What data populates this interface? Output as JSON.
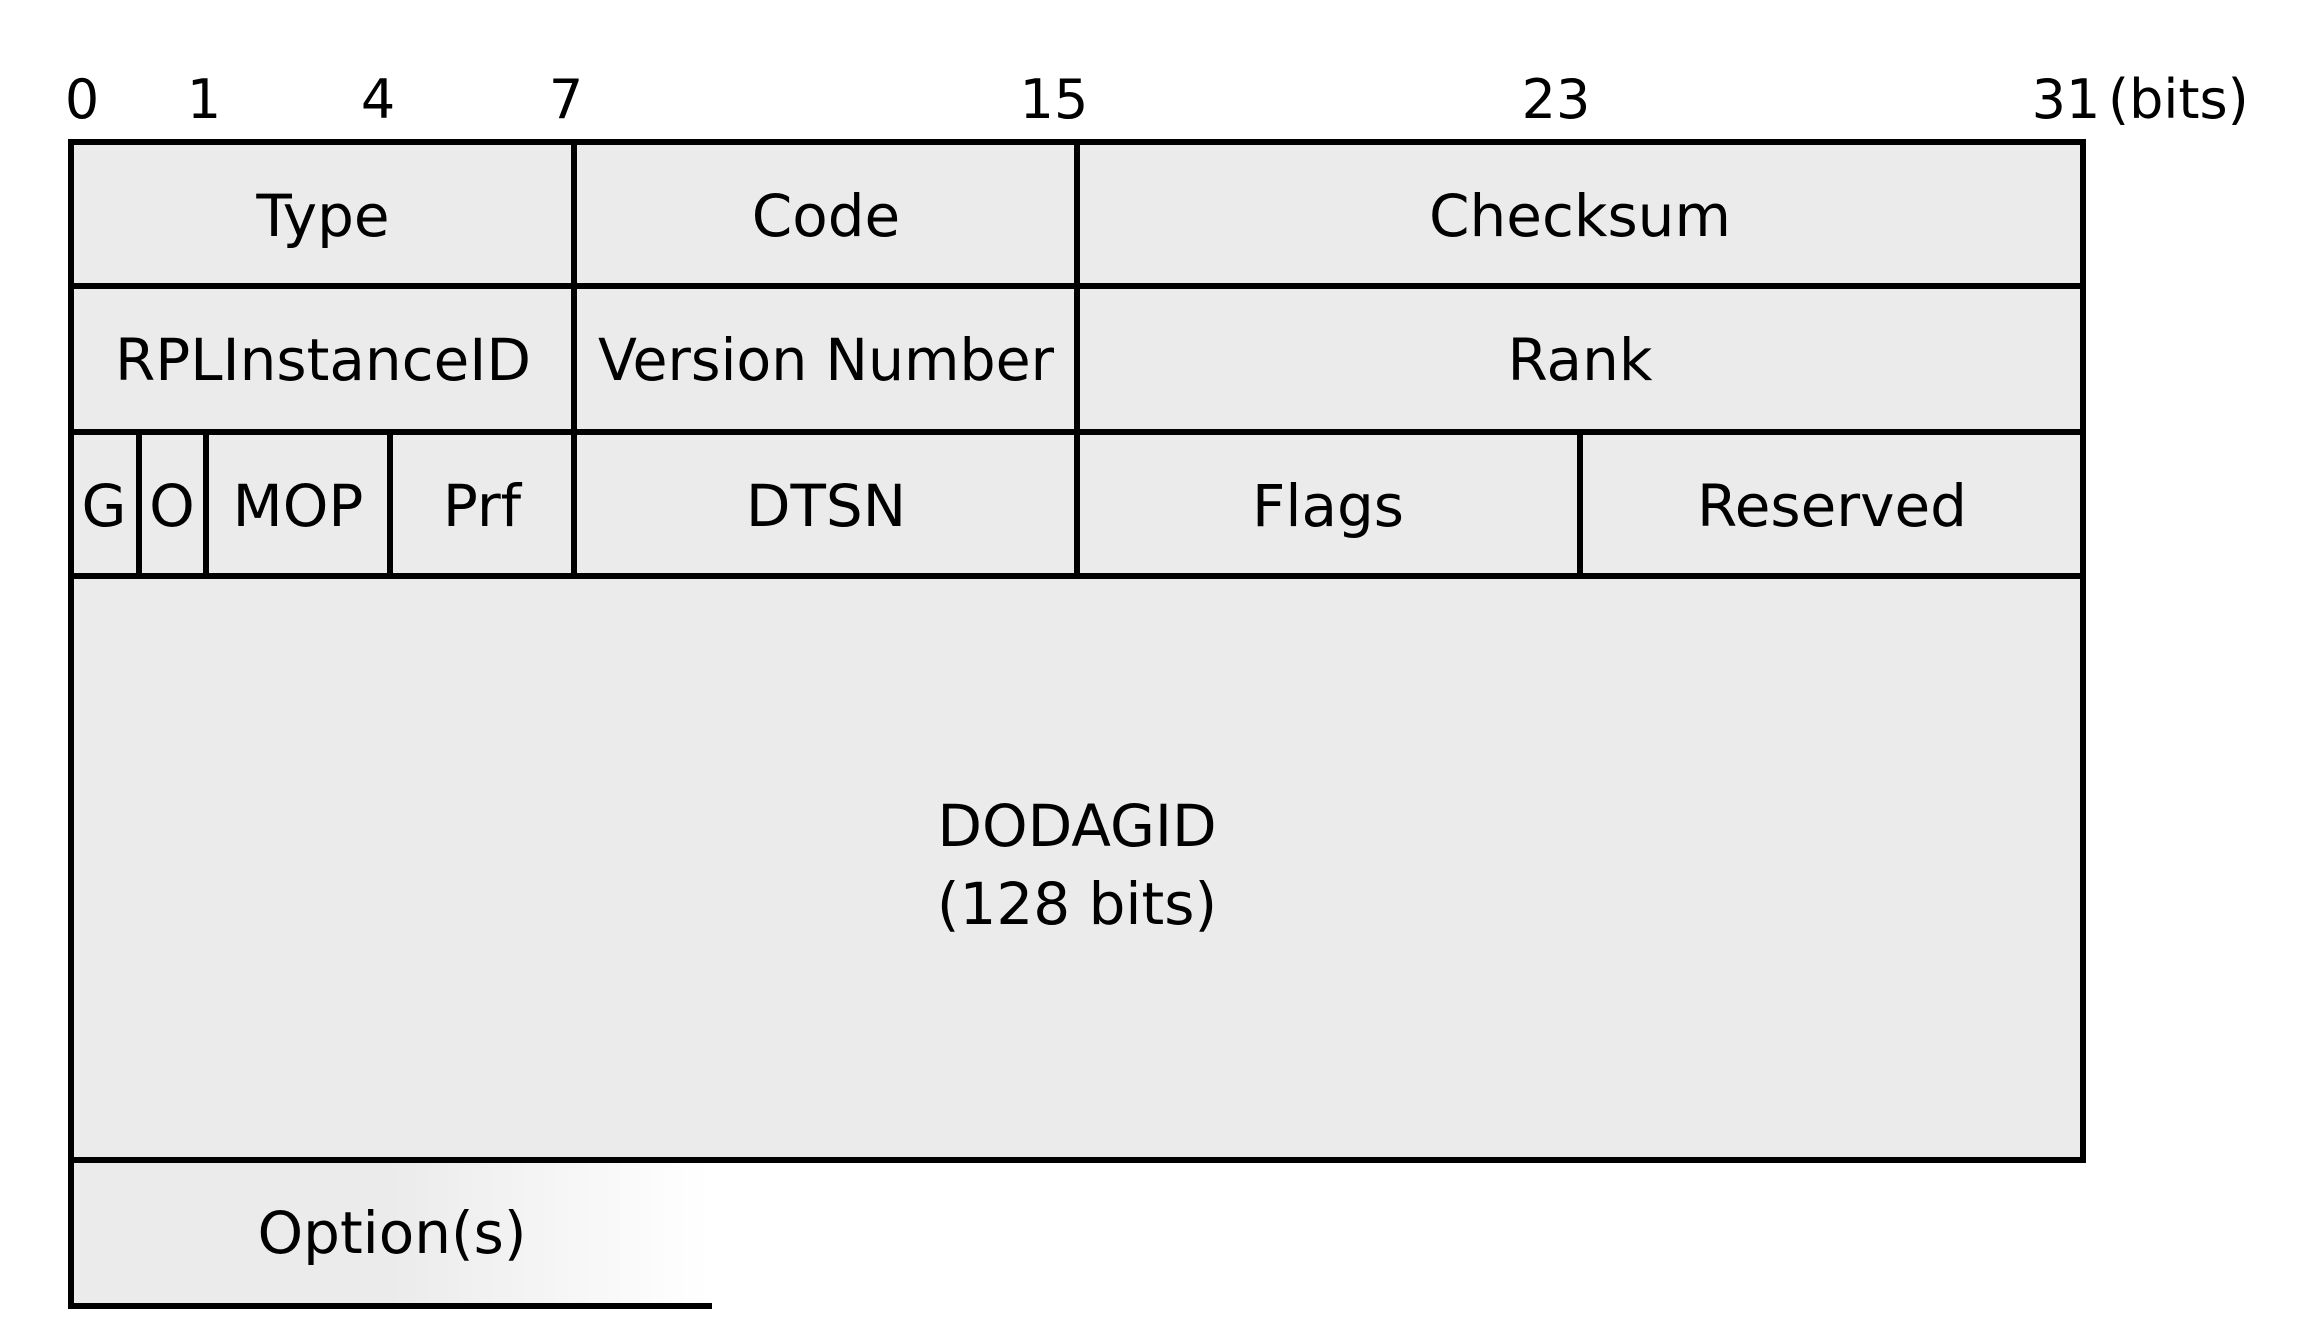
{
  "bit_ruler": {
    "ticks": [
      "0",
      "1",
      "4",
      "7",
      "15",
      "23",
      "31"
    ],
    "unit": "(bits)"
  },
  "rows": [
    {
      "fields": [
        {
          "label": "Type"
        },
        {
          "label": "Code"
        },
        {
          "label": "Checksum"
        }
      ]
    },
    {
      "fields": [
        {
          "label": "RPLInstanceID"
        },
        {
          "label": "Version Number"
        },
        {
          "label": "Rank"
        }
      ]
    },
    {
      "fields": [
        {
          "label": "G"
        },
        {
          "label": "O"
        },
        {
          "label": "MOP"
        },
        {
          "label": "Prf"
        },
        {
          "label": "DTSN"
        },
        {
          "label": "Flags"
        },
        {
          "label": "Reserved"
        }
      ]
    }
  ],
  "dodagid": {
    "line1": "DODAGID",
    "line2": "(128 bits)"
  },
  "options": {
    "label": "Option(s)"
  },
  "colors": {
    "field_fill": "#ebebeb",
    "border": "#000000",
    "text": "#000000",
    "background": "#ffffff"
  }
}
